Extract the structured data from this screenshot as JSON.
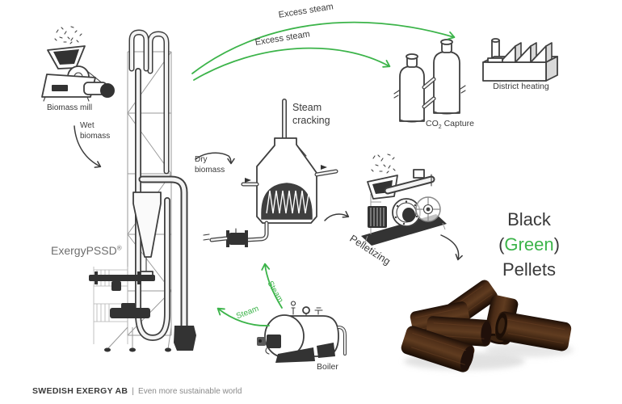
{
  "colors": {
    "green": "#3cb44a",
    "ink": "#3a3a3a",
    "label_gray": "#6e6e6e",
    "tagline_gray": "#8a8a8a",
    "pellet_dark": "#2a160c",
    "pellet_mid": "#5a3820"
  },
  "labels": {
    "biomass_mill": "Biomass mill",
    "wet_biomass": "Wet\nbiomass",
    "exergy_pssd": "ExergyPSSD",
    "exergy_sup": "®",
    "dry_biomass": "Dry\nbiomass",
    "steam_cracking": "Steam\ncracking",
    "pelletizing": "Pelletizing",
    "co2_prefix": "CO",
    "co2_sub": "2",
    "co2_suffix": " Capture",
    "district_heating": "District heating",
    "boiler": "Boiler",
    "steam_to_cracker": "Steam",
    "steam_to_dryer": "Steam",
    "excess_steam_top": "Excess steam",
    "excess_steam_bottom": "Excess steam"
  },
  "product": {
    "line1": "Black",
    "open_paren": "(",
    "green_word": "Green",
    "close_paren": ")",
    "line3": "Pellets"
  },
  "footer": {
    "brand": "SWEDISH EXERGY AB",
    "separator": "|",
    "tagline": "Even more sustainable world"
  }
}
